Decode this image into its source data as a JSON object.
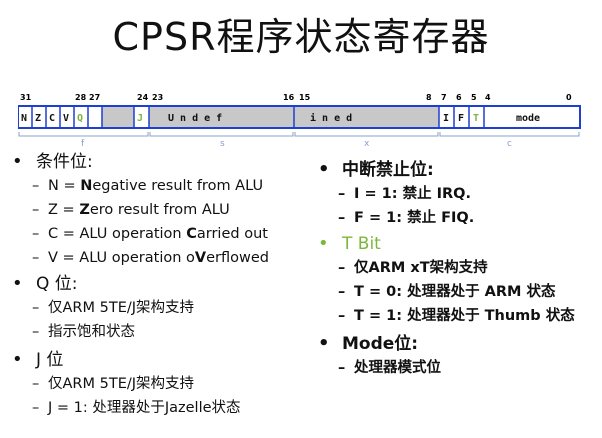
{
  "title": "CPSR程序状态寄存器",
  "register": {
    "bit_numbers": [
      "31",
      "28",
      "27",
      "24",
      "23",
      "16",
      "15",
      "8",
      "7",
      "6",
      "5",
      "4",
      "0"
    ],
    "cells": {
      "n": "N",
      "z": "Z",
      "c": "C",
      "v": "V",
      "q": "Q",
      "j": "J",
      "undef1": "U n d e f",
      "undef2": "i n e d",
      "i": "I",
      "f": "F",
      "t": "T",
      "mode": "mode"
    },
    "field_labels": [
      "f",
      "s",
      "x",
      "c"
    ]
  },
  "left": {
    "cond": {
      "heading": "条件位:",
      "items": [
        {
          "pre": "N = ",
          "key": "N",
          "post": "egative result from ALU"
        },
        {
          "pre": "Z = ",
          "key": "Z",
          "post": "ero result from ALU"
        },
        {
          "pre": "C = ALU operation ",
          "key": "C",
          "post": "arried out"
        },
        {
          "pre": "V = ALU operation o",
          "key": "V",
          "post": "erflowed"
        }
      ]
    },
    "q": {
      "heading": "Q 位:",
      "items": [
        "仅ARM 5TE/J架构支持",
        "指示饱和状态"
      ]
    },
    "j": {
      "heading": "J 位",
      "items": [
        "仅ARM 5TE/J架构支持",
        "J = 1:  处理器处于Jazelle状态"
      ]
    }
  },
  "right": {
    "irq": {
      "heading": "中断禁止位:",
      "items": [
        "I = 1: 禁止  IRQ.",
        "F = 1: 禁止  FIQ."
      ]
    },
    "tbit": {
      "heading": "T Bit",
      "items": [
        "仅ARM xT架构支持",
        "T = 0: 处理器处于 ARM 状态",
        "T = 1: 处理器处于 Thumb 状态"
      ]
    },
    "mode": {
      "heading": "Mode位:",
      "items": [
        "处理器模式位"
      ]
    }
  },
  "colors": {
    "border_blue": "#1f3fd0",
    "gray_fill": "#c8c8c8",
    "green": "#7ab83a",
    "field_blue": "#8aa0c8"
  }
}
